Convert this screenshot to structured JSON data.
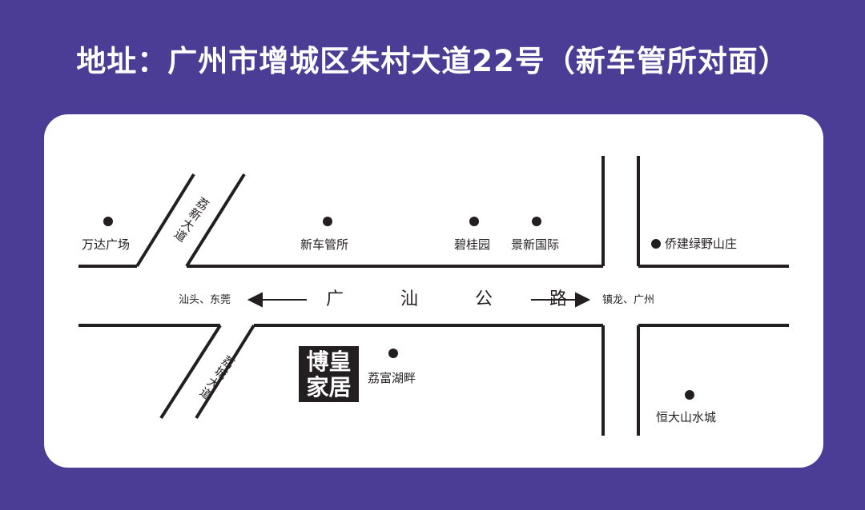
{
  "title": "地址：广州市增城区朱村大道22号（新车管所对面）",
  "main_road": {
    "name": "广  汕  公  路",
    "west_direction": "汕头、东莞",
    "east_direction": "镇龙、广州"
  },
  "side_roads": {
    "lixin": "荔新大道",
    "licheng": "荔城大道"
  },
  "places": {
    "wanda": "万达广场",
    "xincheguansuo": "新车管所",
    "biguiyuan": "碧桂园",
    "jingxin": "景新国际",
    "qiaojian": "侨建绿野山庄",
    "lifu": "荔富湖畔",
    "hengda": "恒大山水城"
  },
  "logo": {
    "line1": "博皇",
    "line2": "家居"
  },
  "colors": {
    "background": "#4b3c95",
    "card": "#ffffff",
    "ink": "#231f20"
  }
}
